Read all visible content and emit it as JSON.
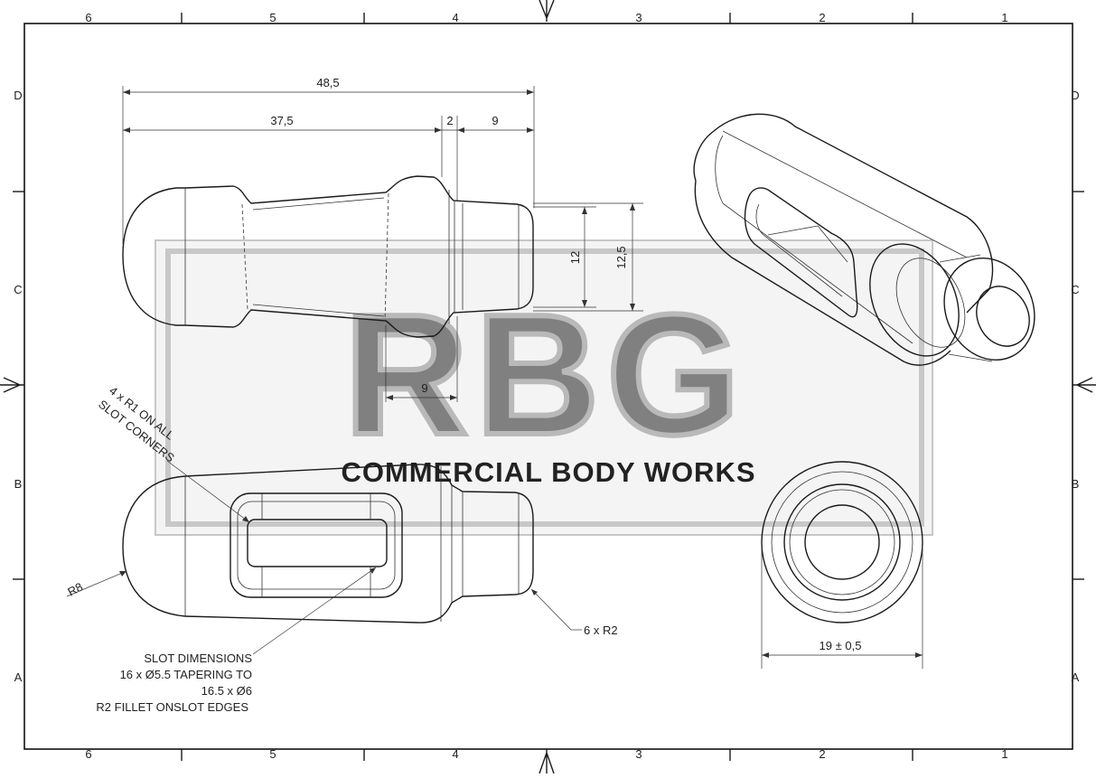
{
  "border": {
    "col_labels": [
      "6",
      "5",
      "4",
      "3",
      "2",
      "1"
    ],
    "row_labels": [
      "D",
      "C",
      "B",
      "A"
    ]
  },
  "watermark": {
    "logo_text": "RBG",
    "tagline": "COMMERCIAL BODY WORKS"
  },
  "dimensions": {
    "overall_length": "48,5",
    "body_length": "37,5",
    "shoulder": "2",
    "spigot": "9",
    "groove_offset": "9",
    "spigot_dia": "12",
    "shoulder_dia": "12,5",
    "end_dia": "19 ± 0,5"
  },
  "notes": {
    "slot_corners": [
      "4 x R1 ON ALL",
      "SLOT CORNERS"
    ],
    "end_radius": "R8",
    "fillets": "6 x R2",
    "slot_dimensions": [
      "SLOT DIMENSIONS",
      "16 x Ø5.5 TAPERING TO",
      "16.5 x Ø6",
      "R2 FILLET ONSLOT EDGES"
    ]
  }
}
